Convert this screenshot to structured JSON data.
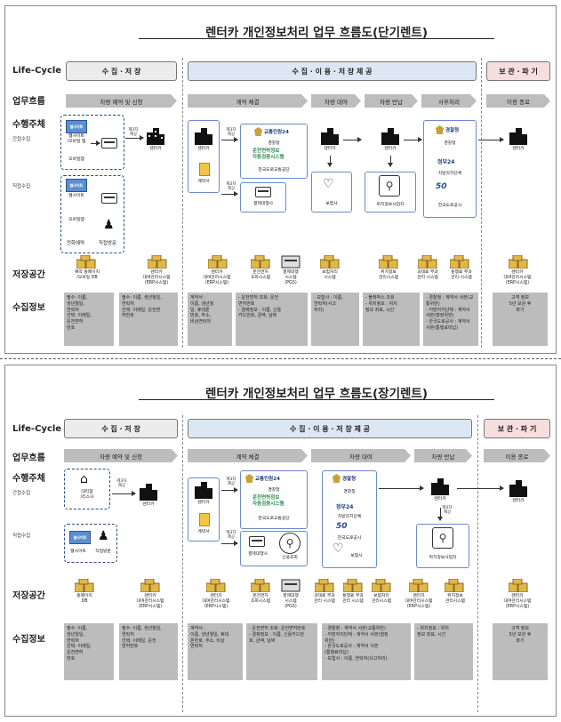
{
  "common": {
    "row_lifecycle": "Life-Cycle",
    "row_flow": "업무흐름",
    "row_actor": "수행주체",
    "row_indirect": "간접수집",
    "row_direct": "직접수집",
    "row_storage": "저장공간",
    "row_info": "수집정보",
    "phase_collect": "수 집 · 저 장",
    "phase_use": "수 집 · 이 용 · 저 장 제 공",
    "phase_store": "보 관 · 파 기",
    "step_reserve": "차량 예약 및 신청",
    "step_contract": "계약 체결",
    "step_rent": "차량 대여",
    "step_return": "차량 반납",
    "step_after": "사후처리",
    "step_end": "이용 종료",
    "rentcar": "렌터카",
    "contract_doc": "계약서",
    "payment_agent": "결제대행사",
    "police": "경찰청",
    "police_logo": "경찰청",
    "traffic_center": "교통민원24",
    "license_system": "운전면허정보\n자동검증시스템",
    "road_authority": "한국도로교통공단",
    "local_gov": "지방자치단체",
    "expressway": "한국도로공사",
    "insurer": "보험사",
    "location_provider": "위치정보사업자",
    "gov24": "정부24",
    "fifty": "50",
    "provide": "제3자\n제공",
    "website": "웹사이트",
    "website_mobile": "웹사이트\n/모바일 앱",
    "website_logo": "웹사이트",
    "mobile_app": "모바일앱",
    "phone_reservation": "전화예약",
    "visit": "직접방문",
    "erp": "렌터카\n대여관리시스템\n(ERP시스템)",
    "keep5": "고객 정보\n5년 보관 후\n파기"
  },
  "panel1": {
    "title": "렌터카 개인정보처리 업무 흐름도(단기렌트)",
    "storage": {
      "reserve_db": "예약 홈페이지\n/모바일 DB",
      "erp1": "렌터카\n대여관리시스템\n(ERP시스템)",
      "erp2": "렌터카\n대여관리시스템\n(ERP시스템)",
      "license_check": "운전면허\n조회시스템",
      "pay_system": "결제대행\n시스템\n(PGS)",
      "insurance_system": "보험처리\n시스템",
      "location_system": "위치정보\n관리시스템",
      "fine_system": "과태료 부과\n관리 시스템",
      "toll_system": "통행료 부과\n관리 시스템",
      "erp3": "렌터카\n대여관리시스템\n(ERP시스템)"
    },
    "info": {
      "reserve": "필수: 이름,\n생년월일,\n연락처\n선택: 이메일,\n운전면허\n번호",
      "reserve2": "필수: 이름, 생년월일,\n연락처\n선택: 이메일, 운전면\n허번호",
      "contract": "계약서 :\n이름, 생년월\n일, 휴대폰\n번호, 주소,\n비상연락처",
      "license_pay": "- 운전면허 조회: 운전\n면허번호\n- 결제정보 : 이름, 신용\n카드번호, 금액, 날짜",
      "insurance": "- 보험사 : 이름,\n연락처(사고\n처리)",
      "location": "- 블랙박스 조회\n- 위치정보 : 위치\n정보 좌표, 시간",
      "after": "- 경찰청 : 계약서 사본(교\n통위반)\n- 지방자치단체 : 계약서\n사본(행정위반)\n- 한국도로공사 : 계약서\n사본(통행료미납)",
      "end": "고객 정보\n5년 보관 후\n파기"
    }
  },
  "panel2": {
    "title": "렌터카 개인정보처리 업무 흐름도(장기렌트)",
    "storage": {
      "homepage_db": "홈페이지\nDB",
      "erp1": "렌터카\n대여관리시스템\n(ERP시스템)",
      "erp2": "렌터카\n대여관리시스템\n(ERP시스템)",
      "license_check": "운전면허\n조회시스템",
      "pay_system": "결제대행\n시스템\n(PGS)",
      "fine_system": "과태료 부과\n관리 시스템",
      "toll_system": "통행료 부과\n관리 시스템",
      "insurance_system": "보험처리\n관리시스템",
      "erp3": "렌터카\n대여관리시스템\n(ERP시스템)",
      "location_system": "위치정보\n관리시스템",
      "erp4": "렌터카\n대여관리시스템\n(ERP시스템)"
    },
    "actor": {
      "lease_co": "대리점\n/리스사",
      "credit_check": "신용조회"
    },
    "info": {
      "reserve": "필수: 이름,\n생년월일,\n연락처\n선택: 이메일,\n운전면허\n번호",
      "reserve2": "필수: 이름, 생년월일,\n연락처\n선택: 이메일, 운전\n면허번호",
      "contract": "계약서 :\n이름, 생년월일, 휴대\n폰번호, 주소, 비상\n연락처",
      "license_pay": "- 운전면허 조회: 운전면허번호\n- 결제정보 : 이름, 신용카드번\n호, 금액, 날짜",
      "rent": "- 경찰청 : 계약서 사본(교통위반)\n- 지방자치단체 : 계약서 사본(행정\n위반)\n- 한국도로공사 : 계약서 사본\n(통행료미납)\n- 보험사 : 이름, 연락처(사고처리)",
      "location": "- 위치정보 : 위치\n정보 좌표, 시간",
      "end": "고객 정보\n5년 보관 후\n파기"
    }
  }
}
